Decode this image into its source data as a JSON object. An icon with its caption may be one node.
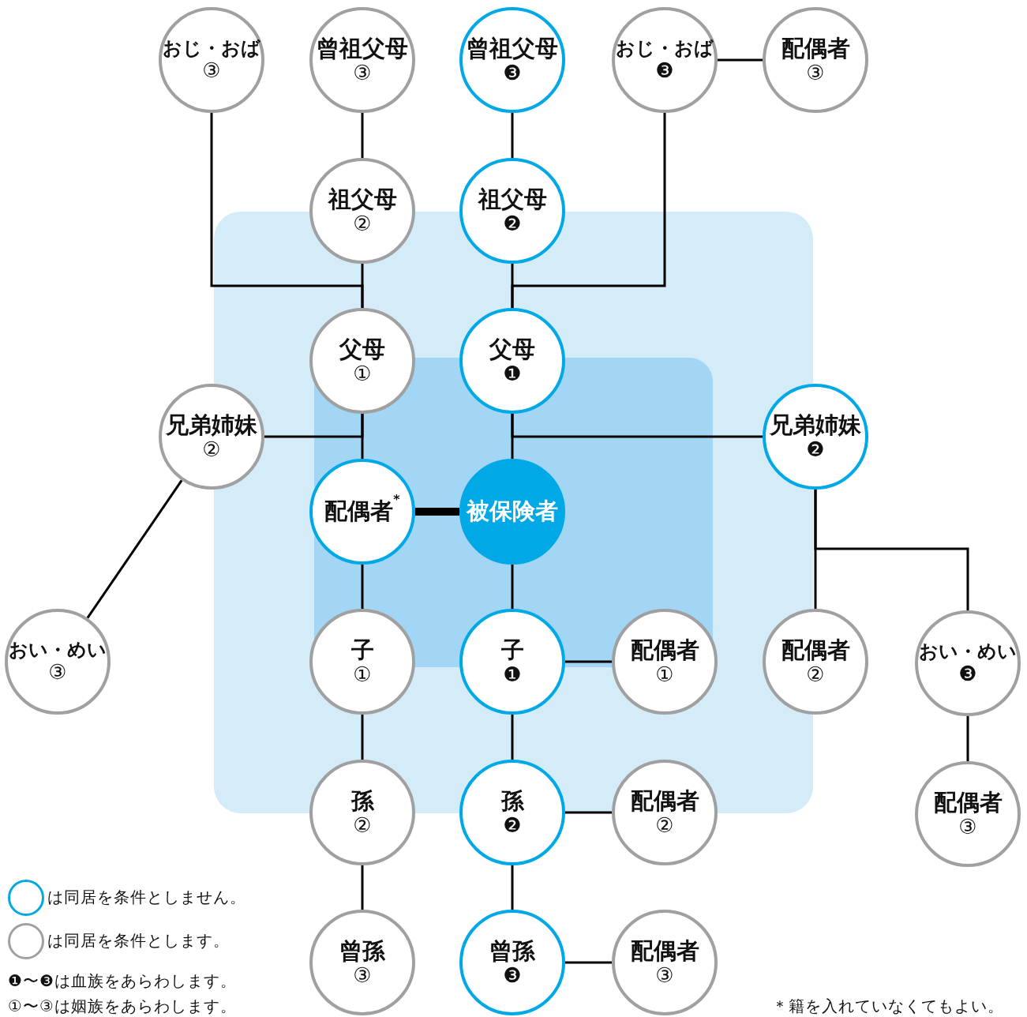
{
  "diagram": {
    "nodes": [
      {
        "text": [
          "おじ・おば",
          "③"
        ]
      },
      {
        "text": [
          "曾祖父母",
          "③"
        ]
      },
      {
        "text": [
          "曾祖父母",
          "❸"
        ]
      },
      {
        "text": [
          "おじ・おば",
          "❸"
        ]
      },
      {
        "text": [
          "配偶者",
          "③"
        ]
      },
      {
        "text": [
          "祖父母",
          "②"
        ]
      },
      {
        "text": [
          "祖父母",
          "❷"
        ]
      },
      {
        "text": [
          "父母",
          "①"
        ]
      },
      {
        "text": [
          "父母",
          "❶"
        ]
      },
      {
        "text": [
          "兄弟姉妹",
          "②"
        ]
      },
      {
        "text": [
          "兄弟姉妹",
          "❷"
        ]
      },
      {
        "text": [
          "配偶者$^{*}$"
        ]
      },
      {
        "text": [
          "被保険者"
        ]
      },
      {
        "text": [
          "おい・めい",
          "③"
        ]
      },
      {
        "text": [
          "子",
          "①"
        ]
      },
      {
        "text": [
          "子",
          "❶"
        ]
      },
      {
        "text": [
          "配偶者",
          "①"
        ]
      },
      {
        "text": [
          "配偶者",
          "②"
        ]
      },
      {
        "text": [
          "おい・めい",
          "❸"
        ]
      },
      {
        "text": [
          "孫",
          "②"
        ]
      },
      {
        "text": [
          "孫",
          "❷"
        ]
      },
      {
        "text": [
          "配偶者",
          "②"
        ]
      },
      {
        "text": [
          "配偶者",
          "③"
        ]
      },
      {
        "text": [
          "曾孫",
          "③"
        ]
      },
      {
        "text": [
          "曾孫",
          "❸"
        ]
      },
      {
        "text": [
          "配偶者",
          "③"
        ]
      }
    ],
    "edges": [
      {
        "from": 0,
        "to": 7,
        "arrow": "none"
      },
      {
        "from": 1,
        "to": 5,
        "arrow": "none"
      },
      {
        "from": 2,
        "to": 6,
        "arrow": "none"
      },
      {
        "from": 3,
        "to": 8,
        "arrow": "none"
      },
      {
        "from": 3,
        "to": 4,
        "arrow": "none"
      },
      {
        "from": 5,
        "to": 7,
        "arrow": "none"
      },
      {
        "from": 6,
        "to": 8,
        "arrow": "none"
      },
      {
        "from": 7,
        "to": 11,
        "arrow": "none"
      },
      {
        "from": 9,
        "to": 7,
        "arrow": "none"
      },
      {
        "from": 8,
        "to": 12,
        "arrow": "none"
      },
      {
        "from": 10,
        "to": 8,
        "arrow": "none"
      },
      {
        "from": 9,
        "to": 13,
        "arrow": "none"
      },
      {
        "from": 11,
        "to": 12,
        "arrow": "none",
        "style": "thick"
      },
      {
        "from": 11,
        "to": 14,
        "arrow": "none"
      },
      {
        "from": 12,
        "to": 15,
        "arrow": "none"
      },
      {
        "from": 15,
        "to": 16,
        "arrow": "none"
      },
      {
        "from": 10,
        "to": 17,
        "arrow": "none"
      },
      {
        "from": 10,
        "to": 18,
        "arrow": "none"
      },
      {
        "from": 14,
        "to": 19,
        "arrow": "none"
      },
      {
        "from": 15,
        "to": 20,
        "arrow": "none"
      },
      {
        "from": 20,
        "to": 21,
        "arrow": "none"
      },
      {
        "from": 18,
        "to": 22,
        "arrow": "none"
      },
      {
        "from": 19,
        "to": 23,
        "arrow": "none"
      },
      {
        "from": 20,
        "to": 24,
        "arrow": "none"
      },
      {
        "from": 24,
        "to": 25,
        "arrow": "none"
      }
    ],
    "labels": [
      "❶〜❸は血族をあらわします。",
      "①〜③は姻族をあらわします。",
      "＊籍を入れていなくてもよい。"
    ],
    "legend": [
      {
        "text": "は同居を条件としません。",
        "color": "#00a9e6"
      },
      {
        "text": "は同居を条件とします。",
        "color": "#a0a0a0"
      }
    ]
  }
}
